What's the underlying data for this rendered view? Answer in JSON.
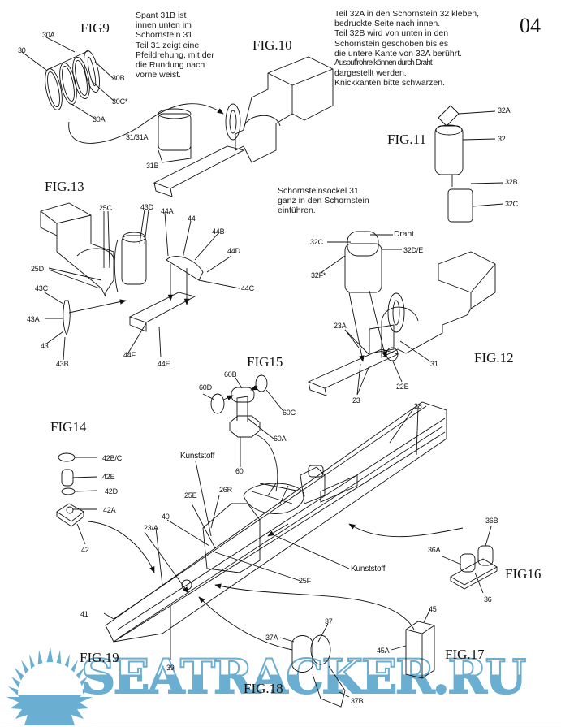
{
  "page": {
    "number": "04"
  },
  "notes": {
    "fig9_10": [
      "Spant 31B ist",
      "innen unten im",
      "Schornstein 31",
      "Teil 31 zeigt eine",
      "Pfeildrehung, mit der",
      "die Rundung nach",
      "vorne weist."
    ],
    "fig11": [
      "Teil 32A in den Schornstein 32 kleben,",
      "bedruckte Seite nach innen.",
      "Teil 32B wird von unten in den",
      "Schornstein geschoben bis es",
      "die untere Kante von 32A berührt.",
      "Auspuffrohre können durch Draht",
      "dargestellt werden.",
      "Knickkanten bitte schwärzen."
    ],
    "fig12": [
      "Schornsteinsockel 31",
      "ganz in den Schornstein",
      "einführen."
    ]
  },
  "figures": {
    "fig9": "FIG9",
    "fig10": "FIG.10",
    "fig11": "FIG.11",
    "fig12": "FIG.12",
    "fig13": "FIG.13",
    "fig14": "FIG14",
    "fig15": "FIG15",
    "fig16": "FIG16",
    "fig17": "FIG.17",
    "fig18": "FIG.18",
    "fig19": "FIG.19"
  },
  "labels": {
    "fig9": [
      "30",
      "30A",
      "30B",
      "30C*",
      "30A"
    ],
    "fig10": [
      "31/31A",
      "31B"
    ],
    "fig11": [
      "32A",
      "32",
      "32B",
      "32C"
    ],
    "fig12": [
      "32C",
      "Draht",
      "32D/E",
      "32F*",
      "23A",
      "23",
      "22E",
      "31"
    ],
    "fig13": [
      "25C",
      "43D",
      "44A",
      "44",
      "44B",
      "44D",
      "44C",
      "25D",
      "43C",
      "43A",
      "43",
      "43B",
      "44F",
      "44E"
    ],
    "fig14": [
      "42B/C",
      "42E",
      "42D",
      "42A",
      "42"
    ],
    "fig15": [
      "60B",
      "60D",
      "60C",
      "60A",
      "60"
    ],
    "fig16": [
      "36B",
      "36A",
      "36"
    ],
    "fig17": [
      "45",
      "45A"
    ],
    "fig18": [
      "37",
      "37A",
      "37B"
    ],
    "ship": [
      "Kunststoff",
      "25E",
      "26R",
      "40",
      "23/A",
      "38",
      "Kunststoff",
      "25F",
      "41",
      "39"
    ]
  },
  "watermark": {
    "text": "SEATRACKER.RU",
    "color": "#6aaed1"
  }
}
